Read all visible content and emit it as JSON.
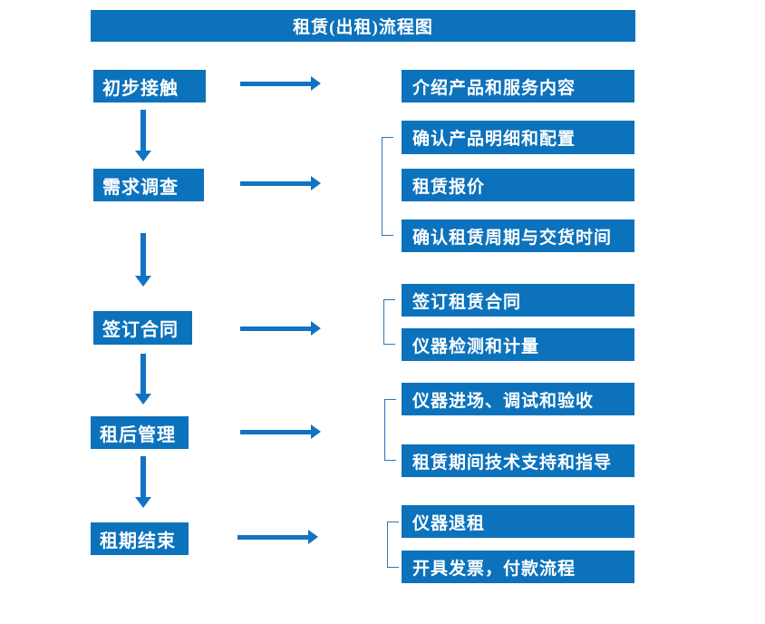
{
  "title": "租赁(出租)流程图",
  "colors": {
    "box_blue": "#0C72BC",
    "arrow_blue": "#1273C4",
    "bracket_blue": "#2E75B6",
    "text_white": "#FFFFFF"
  },
  "steps": [
    {
      "label": "初步接触"
    },
    {
      "label": "需求调查"
    },
    {
      "label": "签订合同"
    },
    {
      "label": "租后管理"
    },
    {
      "label": "租期结束"
    }
  ],
  "details": [
    {
      "label": "介绍产品和服务内容"
    },
    {
      "label": "确认产品明细和配置"
    },
    {
      "label": "租赁报价"
    },
    {
      "label": "确认租赁周期与交货时间"
    },
    {
      "label": "签订租赁合同"
    },
    {
      "label": "仪器检测和计量"
    },
    {
      "label": "仪器进场、调试和验收"
    },
    {
      "label": "租赁期间技术支持和指导"
    },
    {
      "label": "仪器退租"
    },
    {
      "label": "开具发票，付款流程"
    }
  ]
}
